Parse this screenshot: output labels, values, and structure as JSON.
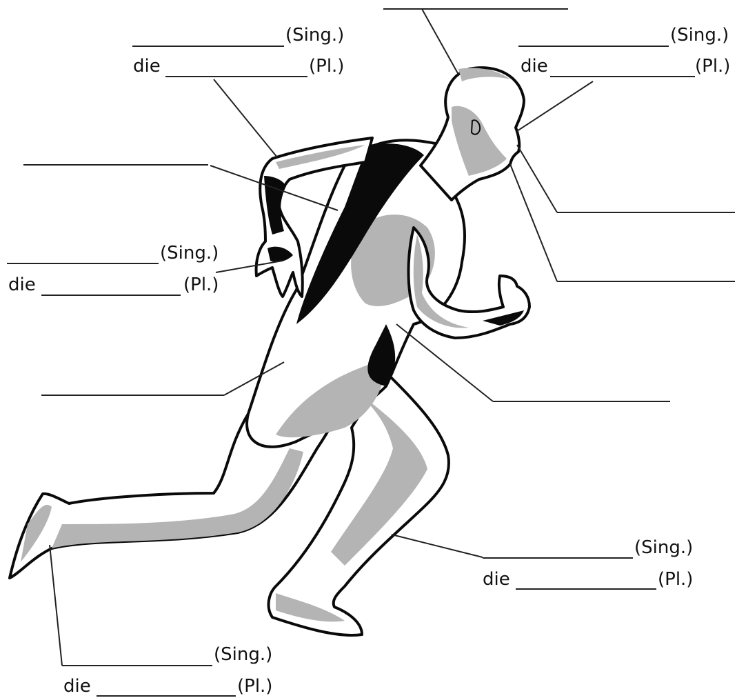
{
  "diagram": {
    "sing_suffix": "(Sing.)",
    "pl_suffix": "(Pl.)",
    "article_plural": "die",
    "labels": [
      {
        "id": "scalp",
        "has_sing_pl": false
      },
      {
        "id": "ear",
        "has_sing_pl": true
      },
      {
        "id": "upper-arm",
        "has_sing_pl": true
      },
      {
        "id": "shoulder",
        "has_sing_pl": false
      },
      {
        "id": "nose",
        "has_sing_pl": false
      },
      {
        "id": "mouth",
        "has_sing_pl": false
      },
      {
        "id": "finger",
        "has_sing_pl": true
      },
      {
        "id": "back",
        "has_sing_pl": false
      },
      {
        "id": "belly",
        "has_sing_pl": false
      },
      {
        "id": "leg",
        "has_sing_pl": true
      },
      {
        "id": "foot",
        "has_sing_pl": true
      }
    ]
  },
  "colors": {
    "line": "#222222",
    "figure_fill": "#ffffff",
    "figure_shade": "#b4b4b4",
    "figure_dark": "#0a0a0a"
  }
}
